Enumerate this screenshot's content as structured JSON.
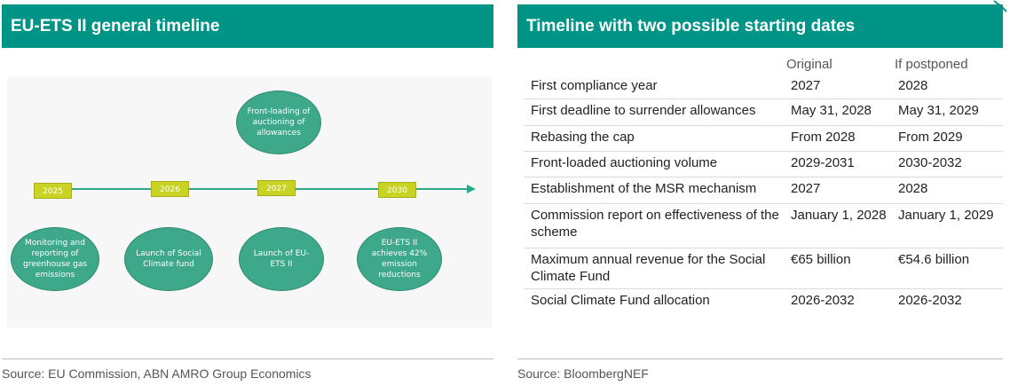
{
  "left_panel": {
    "title": "EU-ETS II general timeline",
    "source": "Source: EU Commission, ABN AMRO Group Economics",
    "timeline": {
      "years": [
        "2025",
        "2026",
        "2027",
        "2030"
      ],
      "events_below": [
        "Monitoring and reporting of greenhouse gas emissions",
        "Launch of Social Climate fund",
        "Launch of EU-ETS II",
        "EU-ETS II achieves 42% emission reductions"
      ],
      "event_above": "Front-loading of auctioning of allowances"
    }
  },
  "right_panel": {
    "title": "Timeline with two possible starting dates",
    "source": "Source: BloombergNEF",
    "columns": [
      "Original",
      "If postponed"
    ],
    "rows": [
      {
        "label": "First compliance year",
        "original": "2027",
        "postponed": "2028"
      },
      {
        "label": "First deadline to surrender allowances",
        "original": "May 31, 2028",
        "postponed": "May 31, 2029"
      },
      {
        "label": "Rebasing the cap",
        "original": "From 2028",
        "postponed": "From 2029"
      },
      {
        "label": "Front-loaded auctioning volume",
        "original": "2029-2031",
        "postponed": "2030-2032"
      },
      {
        "label": "Establishment of the MSR mechanism",
        "original": "2027",
        "postponed": "2028"
      },
      {
        "label": "Commission report on effectiveness of the scheme",
        "original": "January 1, 2028",
        "postponed": "January 1, 2029"
      },
      {
        "label": "Maximum annual revenue for the Social Climate Fund",
        "original": "€65 billion",
        "postponed": "€54.6 billion"
      },
      {
        "label": "Social Climate Fund allocation",
        "original": "2026-2032",
        "postponed": "2026-2032"
      }
    ]
  },
  "colors": {
    "header": "#009487",
    "timeline": "#2aa889",
    "year_box": "#c8d323",
    "bubble": "#3ea88a"
  }
}
